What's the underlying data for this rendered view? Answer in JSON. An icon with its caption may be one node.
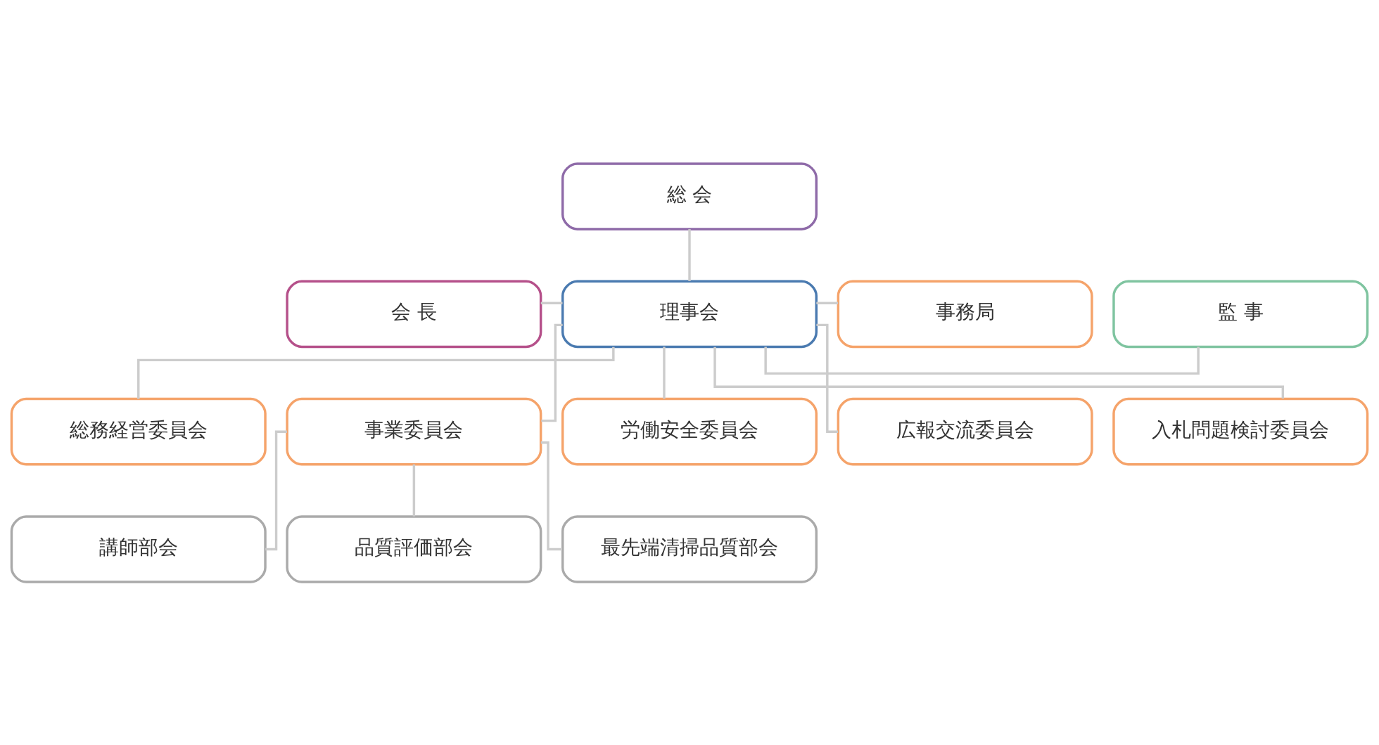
{
  "diagram": {
    "nodes": [
      {
        "text": [
          "総 会"
        ]
      },
      {
        "text": [
          "会 長"
        ]
      },
      {
        "text": [
          "理事会"
        ]
      },
      {
        "text": [
          "監 事"
        ]
      },
      {
        "text": [
          "事務局"
        ]
      },
      {
        "text": [
          "総務経営委員会"
        ]
      },
      {
        "text": [
          "事業委員会"
        ]
      },
      {
        "text": [
          "労働安全委員会"
        ]
      },
      {
        "text": [
          "広報交流委員会"
        ]
      },
      {
        "text": [
          "入札問題検討委員会"
        ]
      },
      {
        "text": [
          "講師部会"
        ]
      },
      {
        "text": [
          "品質評価部会"
        ]
      },
      {
        "text": [
          "最先端清掃品質部会"
        ]
      }
    ],
    "edges": [
      {
        "from": 0,
        "to": 2,
        "arrow": "none"
      },
      {
        "from": 1,
        "to": 2,
        "arrow": "none"
      },
      {
        "from": 2,
        "to": 3,
        "arrow": "none"
      },
      {
        "from": 2,
        "to": 4,
        "arrow": "none"
      },
      {
        "from": 2,
        "to": 5,
        "arrow": "none"
      },
      {
        "from": 2,
        "to": 6,
        "arrow": "none"
      },
      {
        "from": 2,
        "to": 7,
        "arrow": "none"
      },
      {
        "from": 2,
        "to": 8,
        "arrow": "none"
      },
      {
        "from": 2,
        "to": 9,
        "arrow": "none"
      },
      {
        "from": 6,
        "to": 10,
        "arrow": "none"
      },
      {
        "from": 6,
        "to": 11,
        "arrow": "none"
      },
      {
        "from": 6,
        "to": 12,
        "arrow": "none"
      }
    ]
  }
}
